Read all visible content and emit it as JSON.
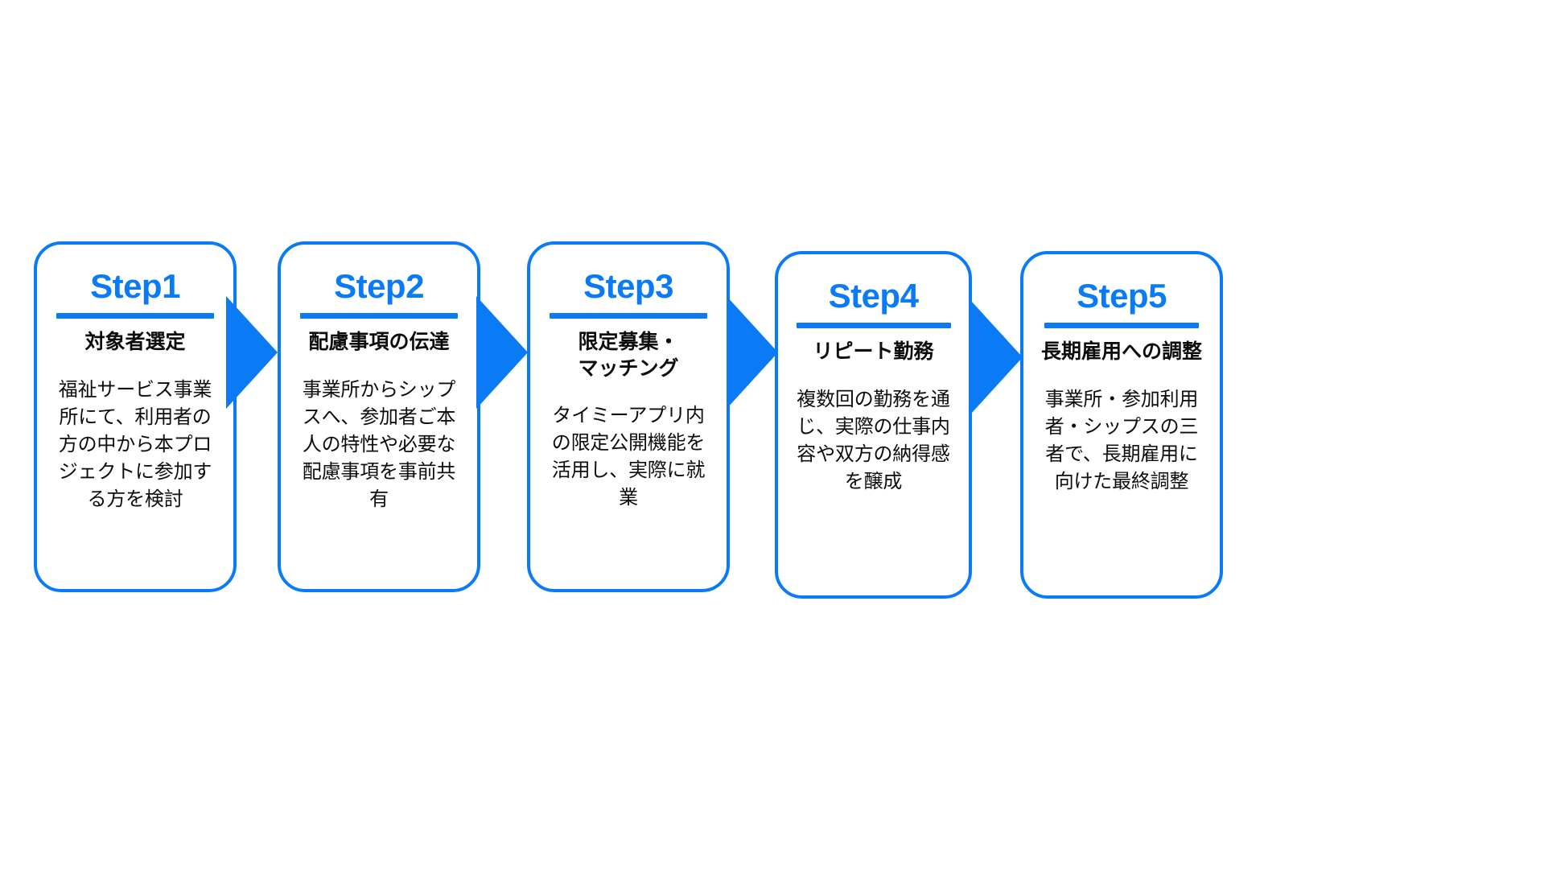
{
  "diagram": {
    "type": "process-flow",
    "orientation": "horizontal",
    "accent_color": "#0b7bf5",
    "text_color": "#0d0d0d",
    "background_color": "#ffffff",
    "connector_glyph": "right-triangle-arrow",
    "steps": [
      {
        "number": "Step1",
        "title": "対象者選定",
        "body": "福祉サービス事業所にて、利用者の方の中から本プロジェクトに参加する方を検討"
      },
      {
        "number": "Step2",
        "title": "配慮事項の伝達",
        "body": "事業所からシップスへ、参加者ご本人の特性や必要な配慮事項を事前共有"
      },
      {
        "number": "Step3",
        "title": "限定募集・\nマッチング",
        "body": "タイミーアプリ内の限定公開機能を活用し、実際に就業"
      },
      {
        "number": "Step4",
        "title": "リピート勤務",
        "body": "複数回の勤務を通じ、実際の仕事内容や双方の納得感を醸成"
      },
      {
        "number": "Step5",
        "title": "長期雇用への調整",
        "body": "事業所・参加利用者・シップスの三者で、長期雇用に向けた最終調整"
      }
    ]
  }
}
